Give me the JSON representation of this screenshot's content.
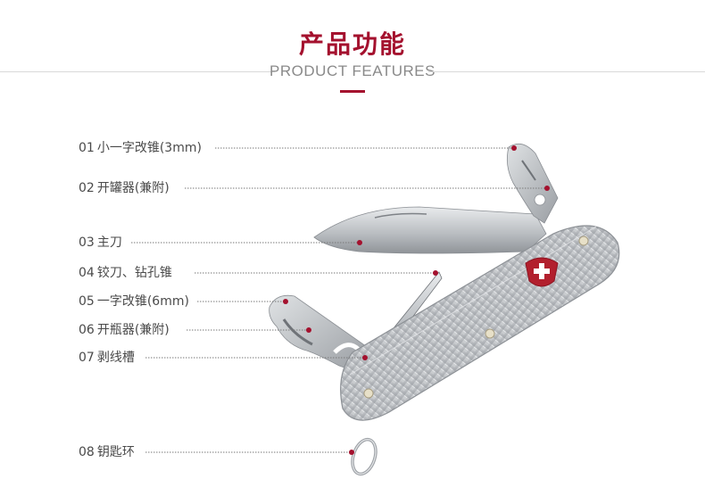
{
  "header": {
    "title_cn": "产品功能",
    "title_en": "PRODUCT FEATURES"
  },
  "colors": {
    "accent": "#a4112e",
    "line": "#7a7a7a",
    "text": "#4a4a4a"
  },
  "features": [
    {
      "num": "01",
      "label": "小一字改锥(3mm)"
    },
    {
      "num": "02",
      "label": "开罐器(兼附)"
    },
    {
      "num": "03",
      "label": "主刀"
    },
    {
      "num": "04",
      "label": "铰刀、钻孔锥"
    },
    {
      "num": "05",
      "label": "一字改锥(6mm)"
    },
    {
      "num": "06",
      "label": "开瓶器(兼附)"
    },
    {
      "num": "07",
      "label": "剥线槽"
    },
    {
      "num": "08",
      "label": "钥匙环"
    }
  ],
  "image": {
    "subject": "swiss-army-knife",
    "logo": "cross-shield-logo"
  }
}
